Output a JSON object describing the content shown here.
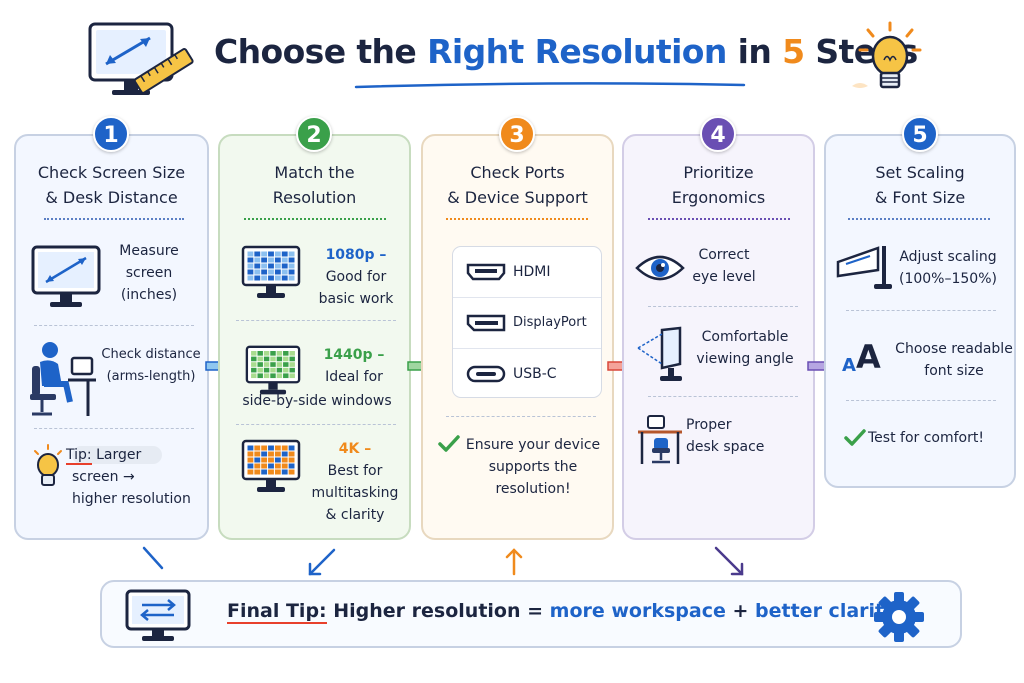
{
  "header": {
    "title_part1": "Choose the ",
    "title_part2": "Right Resolution",
    "title_part3": " in ",
    "title_part4": "5",
    "title_part5": " Steps"
  },
  "steps": [
    {
      "number": "1",
      "title_line1": "Check Screen Size",
      "title_line2": "& Desk Distance",
      "color": "#1e63c8",
      "items": [
        {
          "lines": [
            "Measure",
            "screen",
            "(inches)"
          ],
          "icon": "monitor-icon"
        },
        {
          "lines": [
            "Check distance",
            "(arms-length)"
          ],
          "icon": "desk-user-icon"
        },
        {
          "tip_label": "Tip:",
          "lines": [
            "Larger",
            "screen →",
            "higher resolution"
          ],
          "icon": "lightbulb-icon"
        }
      ]
    },
    {
      "number": "2",
      "title_line1": "Match the",
      "title_line2": "Resolution",
      "color": "#3aa04a",
      "items": [
        {
          "resolution": "1080p –",
          "lines": [
            "Good for",
            "basic work"
          ],
          "color": "#1e63c8",
          "icon": "grid-monitor-icon"
        },
        {
          "resolution": "1440p –",
          "lines": [
            "Ideal for",
            "side-by-side windows"
          ],
          "color": "#3aa04a",
          "icon": "grid-monitor-icon"
        },
        {
          "resolution": "4K –",
          "lines": [
            "Best for",
            "multitasking",
            "& clarity"
          ],
          "color": "#f08a1c",
          "icon": "grid-monitor-icon"
        }
      ]
    },
    {
      "number": "3",
      "title_line1": "Check Ports",
      "title_line2": "& Device Support",
      "color": "#f08a1c",
      "ports": [
        "HDMI",
        "DisplayPort",
        "USB-C"
      ],
      "note_lines": [
        "Ensure your device",
        "supports the",
        "resolution!"
      ]
    },
    {
      "number": "4",
      "title_line1": "Prioritize",
      "title_line2": "Ergonomics",
      "color": "#6a4fb3",
      "items": [
        {
          "lines": [
            "Correct",
            "eye level"
          ],
          "icon": "eye-icon"
        },
        {
          "lines": [
            "Comfortable",
            "viewing angle"
          ],
          "icon": "angle-monitor-icon"
        },
        {
          "lines": [
            "Proper",
            "desk space"
          ],
          "icon": "desk-chair-icon"
        }
      ]
    },
    {
      "number": "5",
      "title_line1": "Set Scaling",
      "title_line2": "& Font Size",
      "color": "#1e63c8",
      "items": [
        {
          "lines": [
            "Adjust scaling",
            "(100%–150%)"
          ],
          "icon": "scaling-monitor-icon"
        },
        {
          "lines": [
            "Choose readable",
            "font size"
          ],
          "icon": "font-size-icon"
        },
        {
          "lines": [
            "Test for comfort!"
          ],
          "icon": "check-icon"
        }
      ]
    }
  ],
  "font_icon_text": {
    "small": "A",
    "large": "A"
  },
  "final": {
    "label": "Final Tip:",
    "part1": " Higher resolution = ",
    "part2": "more workspace",
    "part3": " + ",
    "part4": "better clarity!"
  },
  "colors": {
    "navy": "#1c2540",
    "blue": "#1e63c8",
    "green": "#3aa04a",
    "orange": "#f08a1c",
    "purple": "#6a4fb3"
  }
}
